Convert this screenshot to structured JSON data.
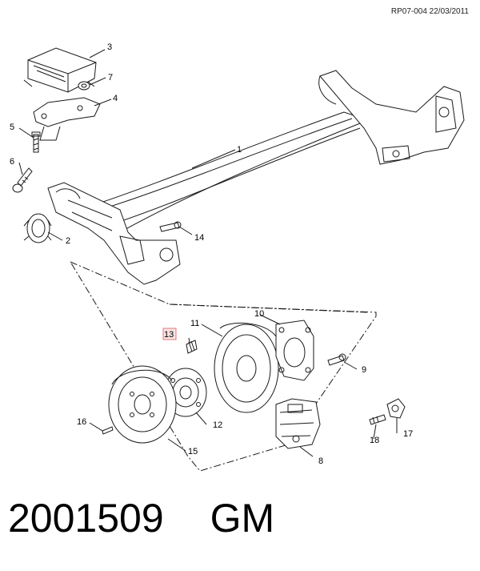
{
  "header": {
    "reference": "RP07-004 22/03/2011"
  },
  "caption": {
    "part_number": "2001509",
    "brand": "GM"
  },
  "callouts": [
    {
      "id": "c1",
      "label": "1"
    },
    {
      "id": "c2",
      "label": "2"
    },
    {
      "id": "c3",
      "label": "3"
    },
    {
      "id": "c4",
      "label": "4"
    },
    {
      "id": "c5",
      "label": "5"
    },
    {
      "id": "c6",
      "label": "6"
    },
    {
      "id": "c7",
      "label": "7"
    },
    {
      "id": "c8",
      "label": "8"
    },
    {
      "id": "c9",
      "label": "9"
    },
    {
      "id": "c10",
      "label": "10"
    },
    {
      "id": "c11",
      "label": "11"
    },
    {
      "id": "c12",
      "label": "12"
    },
    {
      "id": "c13",
      "label": "13",
      "highlighted": true
    },
    {
      "id": "c14",
      "label": "14"
    },
    {
      "id": "c15",
      "label": "15"
    },
    {
      "id": "c16",
      "label": "16"
    },
    {
      "id": "c17",
      "label": "17"
    },
    {
      "id": "c18",
      "label": "18"
    }
  ],
  "colors": {
    "line": "#1a1a1a",
    "highlight_box": "#e07878",
    "highlight_fill": "#fbe3e3"
  }
}
